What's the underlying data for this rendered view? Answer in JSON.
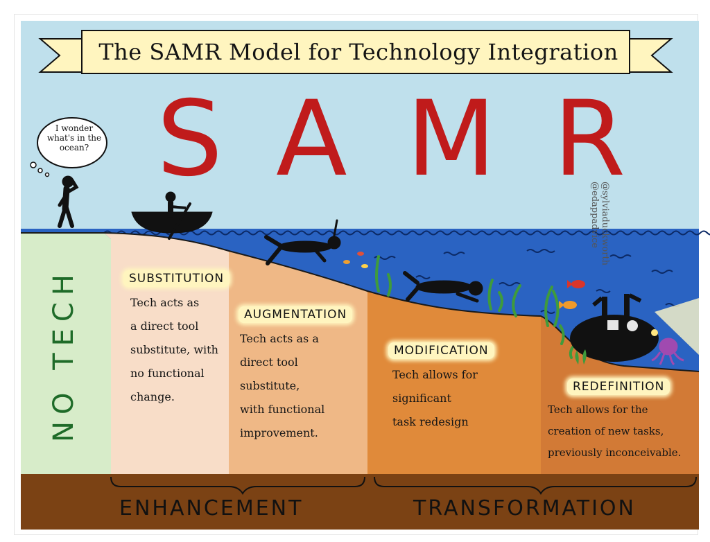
{
  "title": "The SAMR Model for Technology Integration",
  "letters": [
    "S",
    "A",
    "M",
    "R"
  ],
  "thought_bubble": "I wonder what's in the ocean?",
  "credit": [
    "@sylviaduckworth",
    "@edappadvice"
  ],
  "no_tech": "NO TECH",
  "stages": [
    {
      "name": "SUBSTITUTION",
      "lines": [
        "Tech acts as",
        "a direct tool",
        "substitute, with",
        "no functional",
        "change."
      ]
    },
    {
      "name": "AUGMENTATION",
      "lines": [
        "Tech acts as a",
        "direct tool",
        "substitute,",
        "with functional",
        "improvement."
      ]
    },
    {
      "name": "MODIFICATION",
      "lines": [
        "Tech allows for",
        "significant",
        "task redesign"
      ]
    },
    {
      "name": "REDEFINITION",
      "lines": [
        "Tech allows for the",
        "creation of new tasks,",
        "previously inconceivable."
      ]
    }
  ],
  "groups": [
    "ENHANCEMENT",
    "TRANSFORMATION"
  ],
  "colors": {
    "sky": "#bfe0ec",
    "ocean": "#2a63c2",
    "no_tech": "#d7ecc9",
    "substitution": "#f8ddc8",
    "augmentation": "#efb886",
    "modification": "#e08a3a",
    "redefinition": "#d27a36",
    "soil": "#7b4214",
    "letters": "#c01b1b"
  }
}
